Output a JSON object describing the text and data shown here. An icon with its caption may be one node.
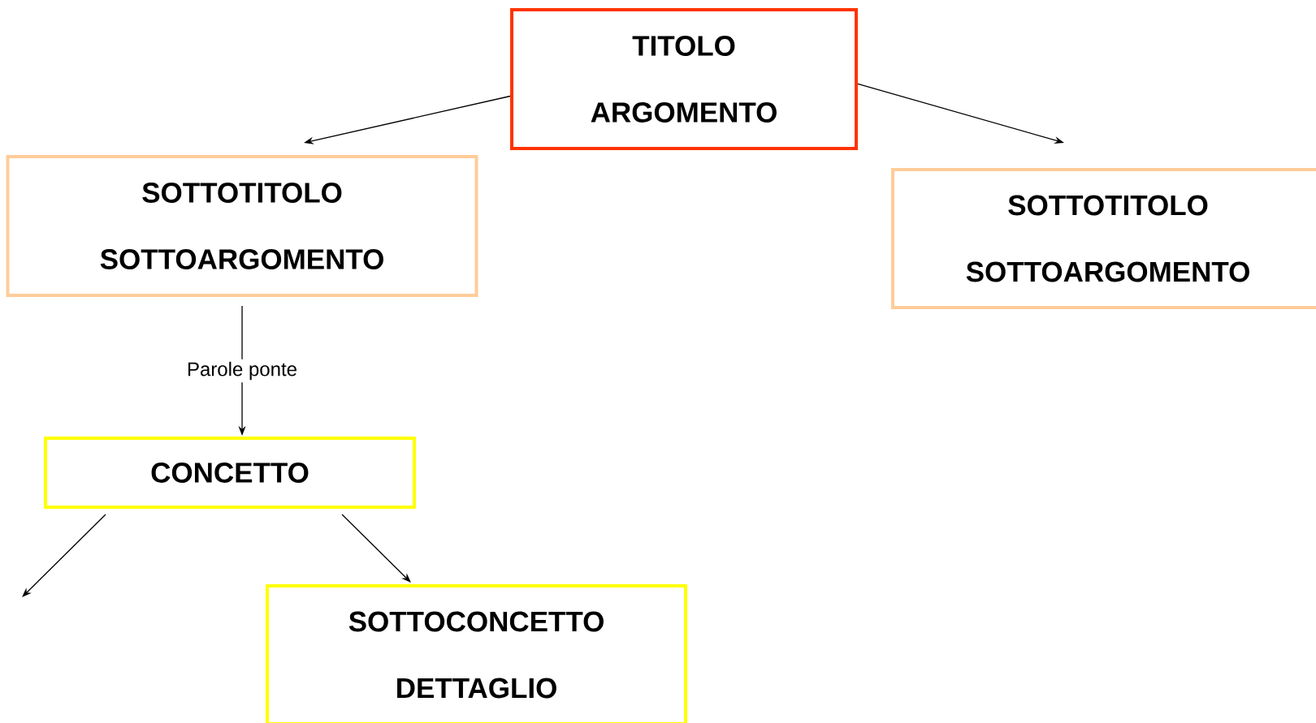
{
  "diagram": {
    "nodes": [
      {
        "text": [
          "TITOLO",
          "ARGOMENTO"
        ]
      },
      {
        "text": [
          "SOTTOTITOLO",
          "SOTTOARGOMENTO"
        ]
      },
      {
        "text": [
          "SOTTOTITOLO",
          "SOTTOARGOMENTO"
        ]
      },
      {
        "text": [
          "CONCETTO"
        ]
      },
      {
        "text": [
          "SOTTOCONCETTO",
          "DETTAGLIO"
        ]
      }
    ],
    "edges": [
      {
        "from": 0,
        "to": 1,
        "arrow": "to"
      },
      {
        "from": 0,
        "to": 2,
        "arrow": "to"
      },
      {
        "from": 1,
        "to": 3,
        "arrow": "to",
        "label": "Parole ponte"
      },
      {
        "from": 3,
        "to": null,
        "arrow": "to"
      },
      {
        "from": 3,
        "to": 4,
        "arrow": "to"
      }
    ]
  }
}
